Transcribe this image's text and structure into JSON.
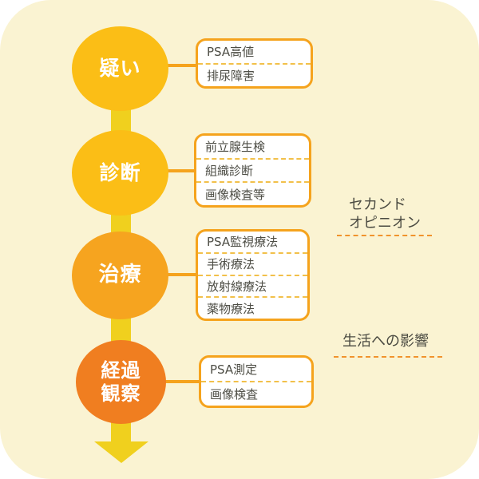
{
  "colors": {
    "page_background": "#FFFFFF",
    "canvas_background": "#FAF3D2",
    "stem_yellow": "#F0D01E",
    "connector_orange": "#F5A31D",
    "box_background": "#FFFFFF",
    "box_border": "#F5A31D",
    "box_divider_dash": "#F2C04A",
    "box_text": "#4E4E46",
    "annotation_text": "#4B4B42",
    "annotation_underline": "#F0932D",
    "circle_text": "#FFFFFF"
  },
  "steps": [
    {
      "label": "疑い",
      "circle_color": "#FBBE16",
      "items": [
        "PSA高値",
        "排尿障害"
      ]
    },
    {
      "label": "診断",
      "circle_color": "#FBBE16",
      "items": [
        "前立腺生検",
        "組織診断",
        "画像検査等"
      ]
    },
    {
      "label": "治療",
      "circle_color": "#F6A41F",
      "items": [
        "PSA監視療法",
        "手術療法",
        "放射線療法",
        "薬物療法"
      ]
    },
    {
      "label": "経過\n観察",
      "circle_color": "#F07E20",
      "items": [
        "PSA測定",
        "画像検査"
      ]
    }
  ],
  "annotations": [
    {
      "text": "セカンド\nオピニオン"
    },
    {
      "text": "生活への影響"
    }
  ],
  "icons": {
    "flow_arrow_down": "css-triangle-down"
  }
}
